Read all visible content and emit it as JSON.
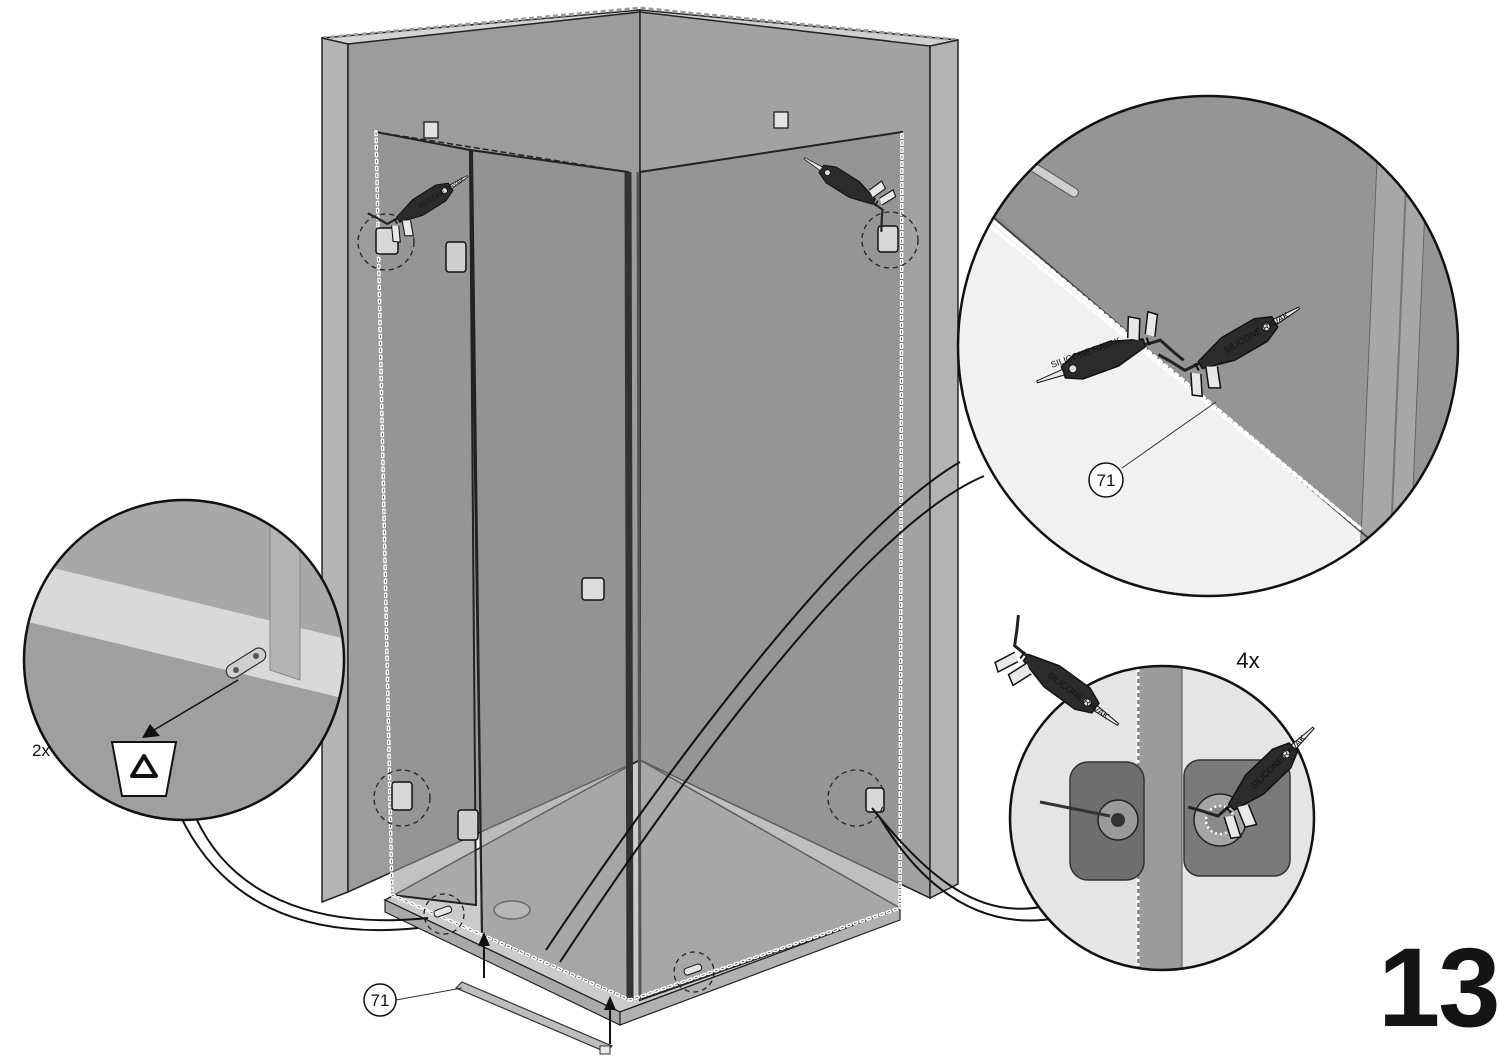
{
  "step_number": "13",
  "brand_text": "SILICONE RAVAK",
  "labels": {
    "part_main": "71",
    "part_detail": "71",
    "qty_left": "2x",
    "qty_right": "4x"
  },
  "icons": {
    "recycle": "recycle-bin-icon"
  },
  "colors": {
    "wall_face": "#9e9e9e",
    "wall_side": "#b8b8b8",
    "wall_top": "#d2d2d2",
    "glass": "#8f8f8f",
    "tray": "#c9c9c9",
    "gun_body": "#2a2a2a",
    "seal_dots": "#ffffff",
    "outline": "#111111"
  }
}
